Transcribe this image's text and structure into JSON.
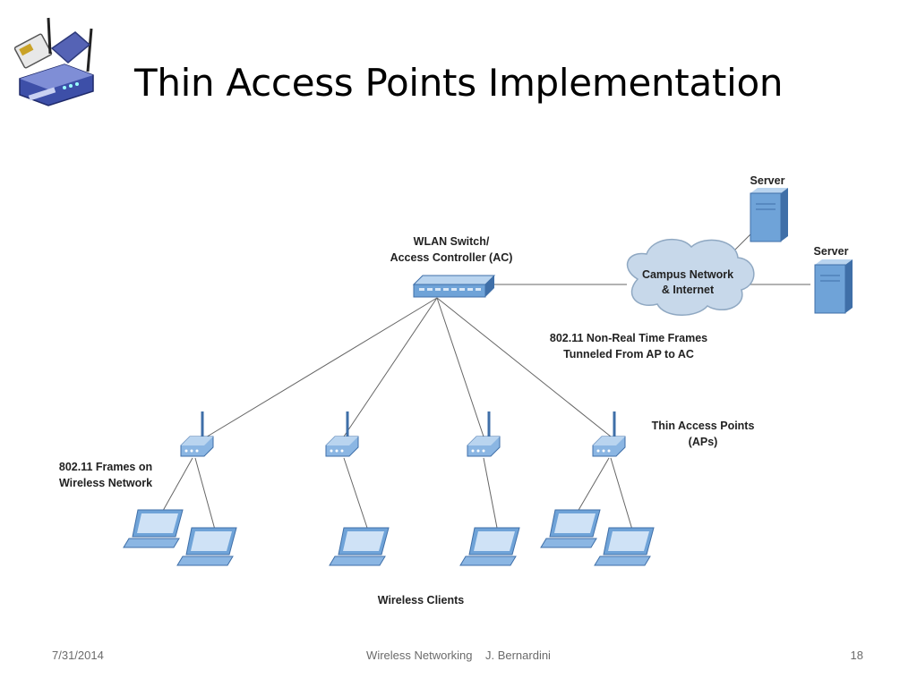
{
  "slide": {
    "title": "Thin Access Points Implementation"
  },
  "diagram": {
    "controller_label_line1": "WLAN Switch/",
    "controller_label_line2": "Access Controller (AC)",
    "server_label_1": "Server",
    "server_label_2": "Server",
    "cloud_label_line1": "Campus Network",
    "cloud_label_line2": "& Internet",
    "tunnel_label_line1": "802.11 Non-Real Time Frames",
    "tunnel_label_line2": "Tunneled From AP to AC",
    "ap_label_line1": "Thin Access Points",
    "ap_label_line2": "(APs)",
    "frames_label_line1": "802.11 Frames on",
    "frames_label_line2": "Wireless Network",
    "clients_label": "Wireless Clients"
  },
  "footer": {
    "date": "7/31/2014",
    "center": "Wireless Networking    J. Bernardini",
    "page": "18"
  },
  "colors": {
    "device_blue": "#6fa3d8",
    "device_light": "#b9d4ef",
    "device_dark": "#3f6fa8",
    "line": "#666666"
  }
}
